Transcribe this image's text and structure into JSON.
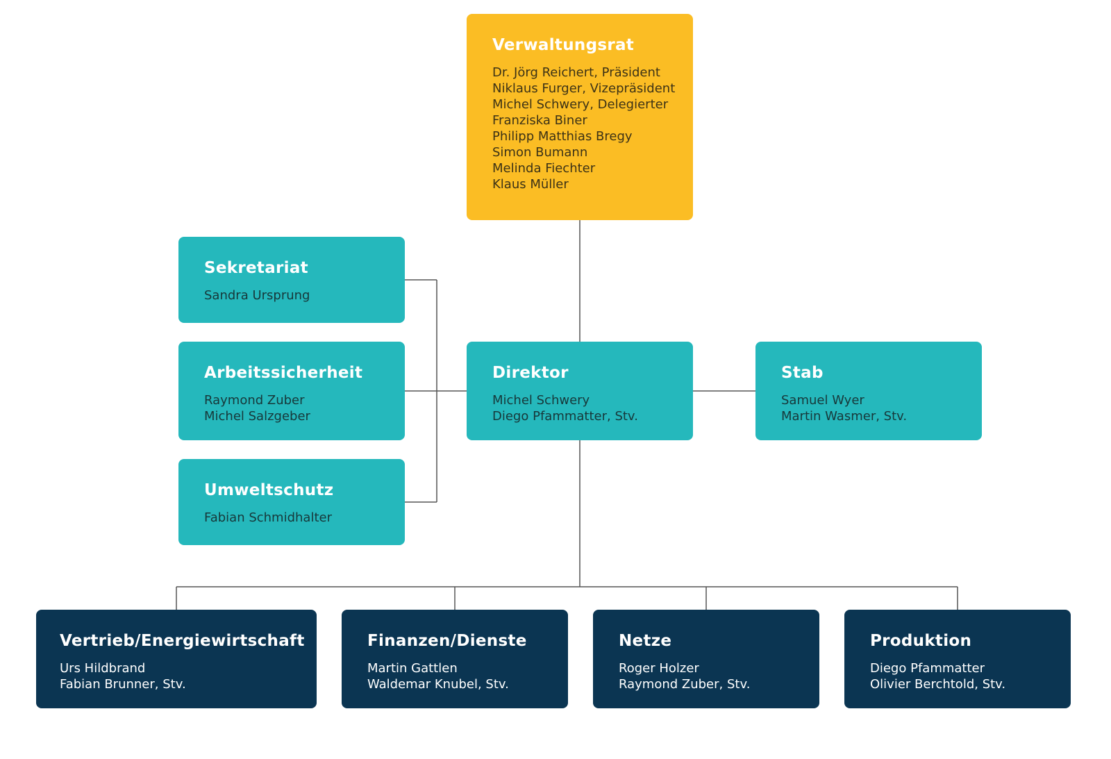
{
  "colors": {
    "board": "#fbbd24",
    "staff": "#25b8bc",
    "divisions": "#0b3552",
    "connector": "#555555"
  },
  "verwaltungsrat": {
    "title": "Verwaltungsrat",
    "members": [
      "Dr. Jörg Reichert, Präsident",
      "Niklaus Furger, Vizepräsident",
      "Michel Schwery, Delegierter",
      "Franziska Biner",
      "Philipp Matthias Bregy",
      "Simon Bumann",
      "Melinda Fiechter",
      "Klaus Müller"
    ]
  },
  "staff_units": {
    "sekretariat": {
      "title": "Sekretariat",
      "members": [
        "Sandra Ursprung"
      ]
    },
    "arbeitssicherheit": {
      "title": "Arbeitssicherheit",
      "members": [
        "Raymond Zuber",
        "Michel Salzgeber"
      ]
    },
    "umweltschutz": {
      "title": "Umweltschutz",
      "members": [
        "Fabian Schmidhalter"
      ]
    }
  },
  "direktor": {
    "title": "Direktor",
    "members": [
      "Michel Schwery",
      "Diego Pfammatter, Stv."
    ]
  },
  "stab": {
    "title": "Stab",
    "members": [
      "Samuel Wyer",
      "Martin Wasmer, Stv."
    ]
  },
  "divisions": {
    "vertrieb": {
      "title": "Vertrieb/Energiewirtschaft",
      "members": [
        "Urs Hildbrand",
        "Fabian Brunner, Stv."
      ]
    },
    "finanzen": {
      "title": "Finanzen/Dienste",
      "members": [
        "Martin Gattlen",
        "Waldemar Knubel, Stv."
      ]
    },
    "netze": {
      "title": "Netze",
      "members": [
        "Roger Holzer",
        "Raymond Zuber, Stv."
      ]
    },
    "produktion": {
      "title": "Produktion",
      "members": [
        "Diego Pfammatter",
        "Olivier Berchtold, Stv."
      ]
    }
  }
}
